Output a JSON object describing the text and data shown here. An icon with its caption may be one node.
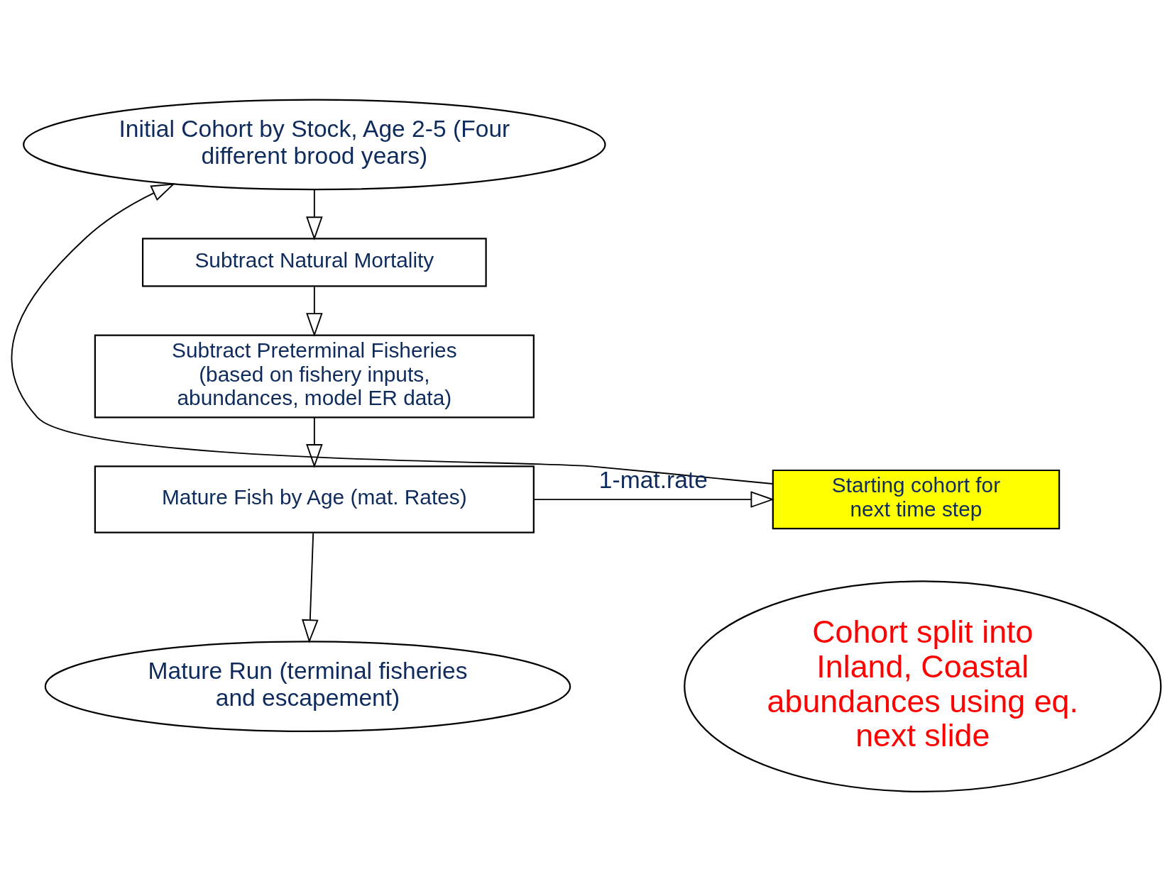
{
  "diagram": {
    "nodes": [
      {
        "text": [
          "Initial Cohort by Stock, Age 2-5 (Four different brood years)"
        ]
      },
      {
        "text": [
          "Subtract Natural Mortality"
        ]
      },
      {
        "text": [
          "Subtract Preterminal Fisheries",
          "(based on fishery inputs, abundances, model ER data)"
        ]
      },
      {
        "text": [
          "Mature Fish by Age (mat. Rates)"
        ]
      },
      {
        "text": [
          "Mature Run (terminal fisheries and escapement)"
        ]
      },
      {
        "text": [
          "Starting cohort for next time step"
        ]
      },
      {
        "text": [
          "Cohort split into Inland, Coastal abundances using eq. next slide"
        ]
      }
    ],
    "edges": [
      {
        "from": 0,
        "to": 1,
        "arrow": "to"
      },
      {
        "from": 1,
        "to": 2,
        "arrow": "to"
      },
      {
        "from": 2,
        "to": 3,
        "arrow": "to"
      },
      {
        "from": 3,
        "to": 4,
        "arrow": "to"
      },
      {
        "from": 3,
        "to": 5,
        "arrow": "to",
        "label": "1-mat.rate"
      },
      {
        "from": 5,
        "to": 0,
        "arrow": "to"
      }
    ]
  }
}
